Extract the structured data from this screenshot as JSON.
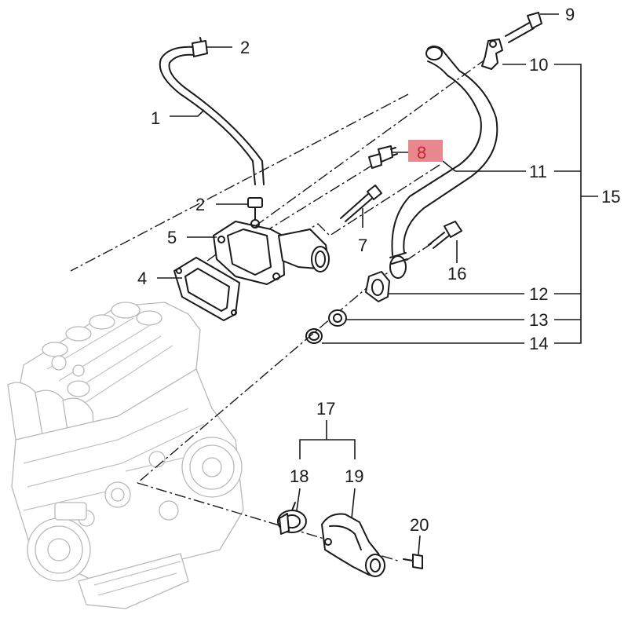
{
  "callouts": {
    "c1": "1",
    "c2a": "2",
    "c2b": "2",
    "c4": "4",
    "c5": "5",
    "c7": "7",
    "c8": "8",
    "c9": "9",
    "c10": "10",
    "c11": "11",
    "c12": "12",
    "c13": "13",
    "c14": "14",
    "c15": "15",
    "c16": "16",
    "c17": "17",
    "c18": "18",
    "c19": "19",
    "c20": "20"
  },
  "colors": {
    "highlight_fill": "#e8878d",
    "highlight_text": "#c0282d",
    "line": "#1a1a1a",
    "engine_outline": "#b8b8b8"
  },
  "highlighted_callout": "8"
}
